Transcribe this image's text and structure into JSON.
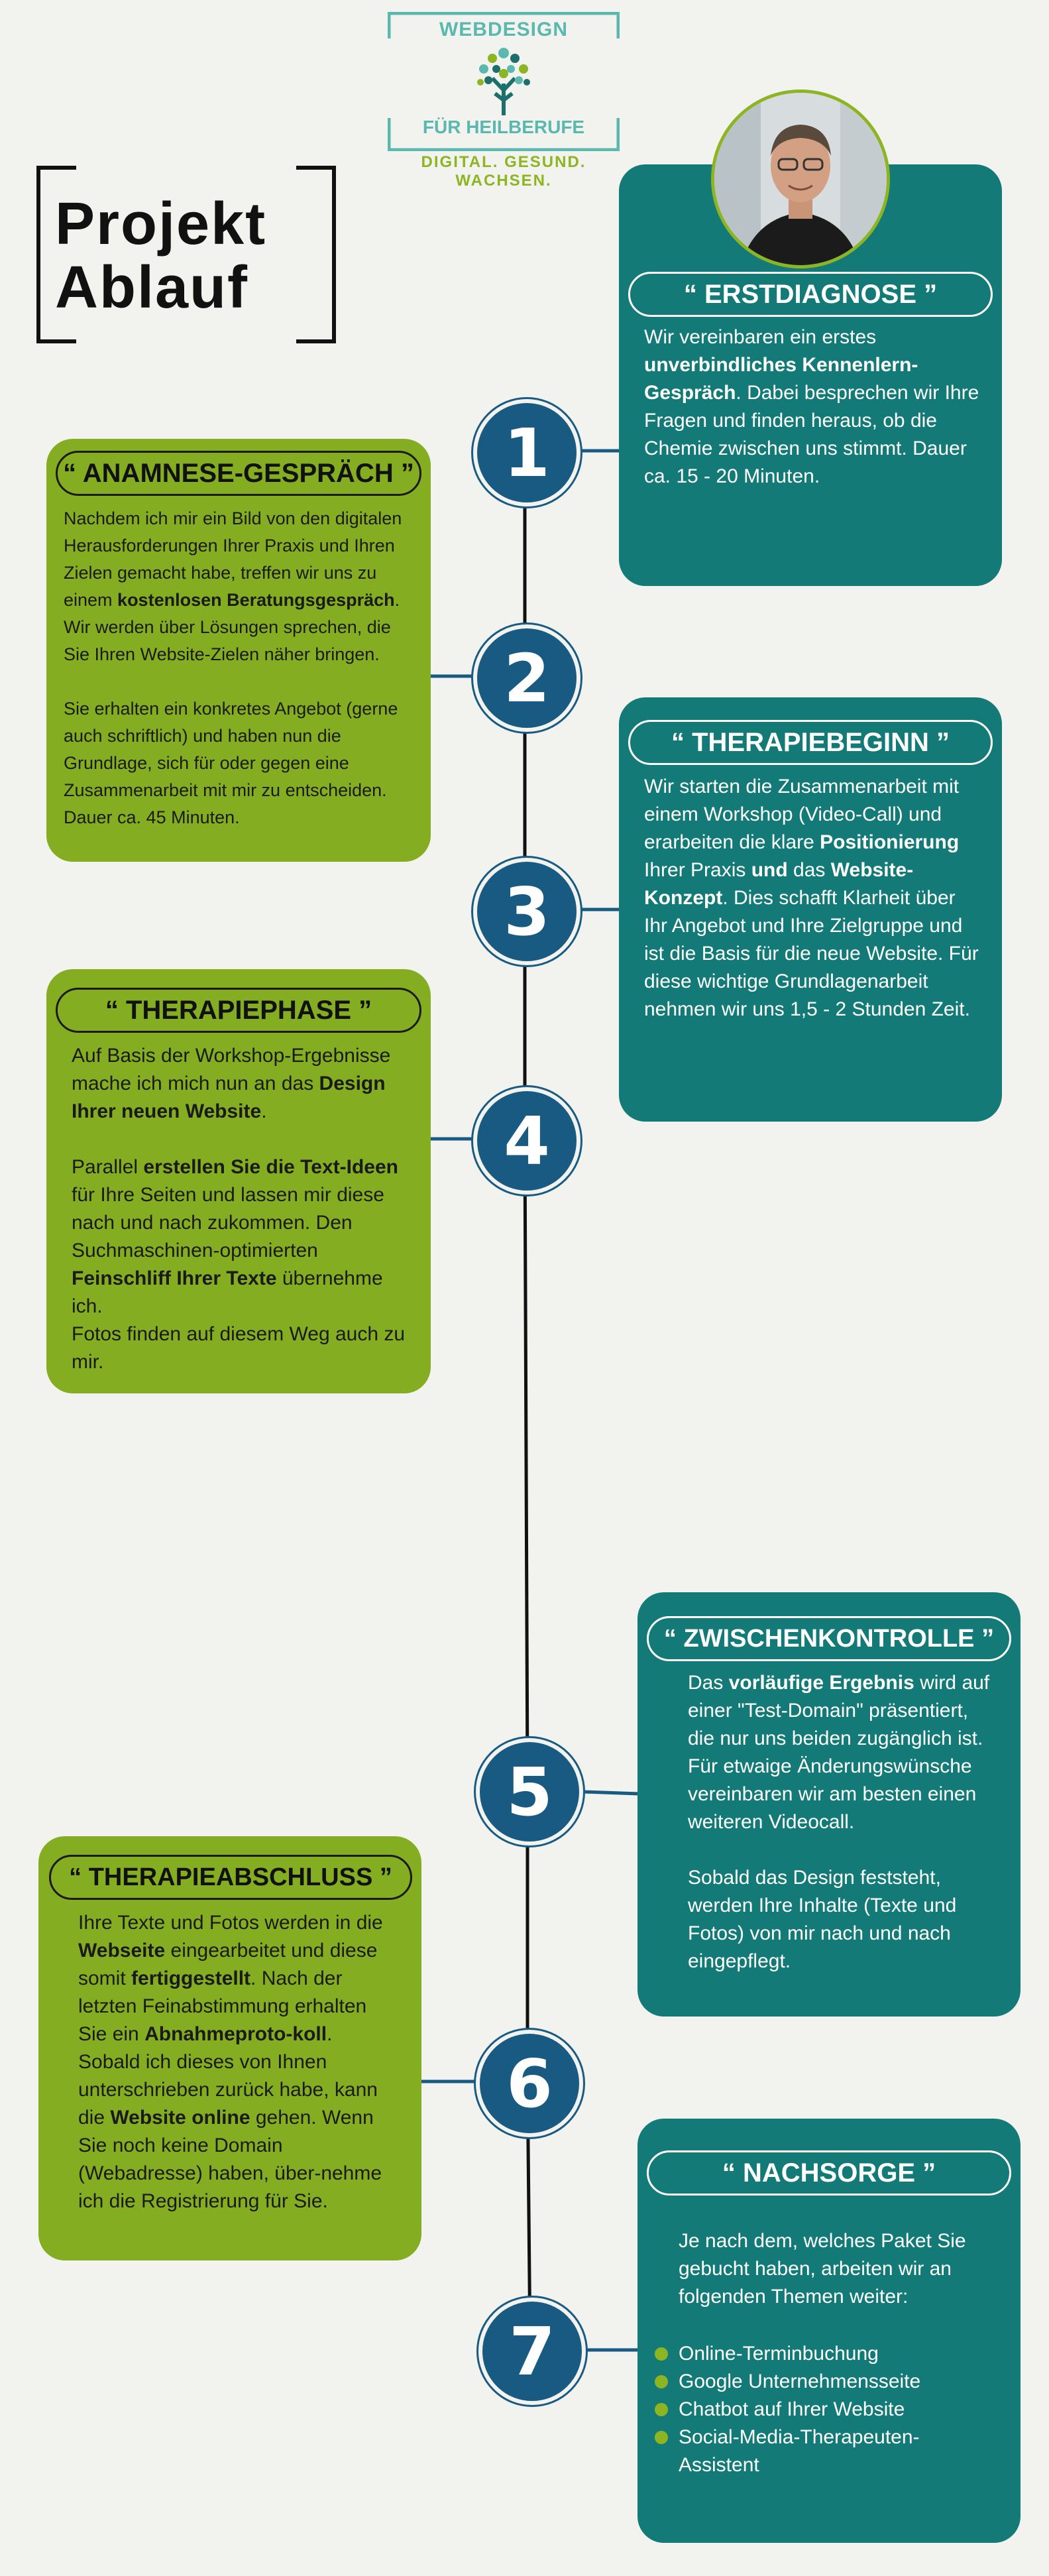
{
  "logo": {
    "top": "WEBDESIGN",
    "middle": "FÜR HEILBERUFE",
    "tagline": "DIGITAL. GESUND. WACHSEN."
  },
  "title": {
    "line1": "Projekt",
    "line2": "Ablauf"
  },
  "steps": [
    "1",
    "2",
    "3",
    "4",
    "5",
    "6",
    "7"
  ],
  "colors": {
    "teal": "#137a77",
    "green": "#84ad22",
    "circle": "#185a82",
    "accent": "#8db522"
  },
  "cards": {
    "erstdiagnose": {
      "heading": "“ ERSTDIAGNOSE ”",
      "p1_a": "Wir vereinbaren ein erstes ",
      "p1_b": "unverbindliches Kennenlern-Gespräch",
      "p1_c": ". Dabei besprechen wir Ihre Fragen und finden heraus, ob die Chemie zwischen uns stimmt. Dauer ca. 15 - 20 Minuten."
    },
    "anamnese": {
      "heading": "“ ANAMNESE-GESPRÄCH ”",
      "p1_a": "Nachdem ich mir ein Bild von den digitalen Herausforderungen Ihrer Praxis und Ihren Zielen gemacht habe, treffen wir uns zu einem ",
      "p1_b": "kostenlosen Beratungsgespräch",
      "p1_c": ". Wir werden über Lösungen sprechen, die Sie Ihren Website-Zielen näher bringen.",
      "p2": "Sie erhalten ein konkretes Angebot (gerne auch schriftlich) und haben nun die Grundlage, sich für oder gegen eine Zusammenarbeit  mit mir zu entscheiden. Dauer ca. 45 Minuten."
    },
    "therapiebeginn": {
      "heading": "“ THERAPIEBEGINN ”",
      "p1_a": "Wir starten die Zusammenarbeit mit einem Workshop (Video-Call) und erarbeiten die klare ",
      "p1_b": "Positionierung",
      "p1_c": " Ihrer Praxis ",
      "p1_d": "und",
      "p1_e": " das ",
      "p1_f": "Website-Konzept",
      "p1_g": ". Dies schafft Klarheit über Ihr Angebot und Ihre Zielgruppe und ist die Basis für die neue Website. Für diese wichtige Grundlagenarbeit nehmen wir uns 1,5 - 2 Stunden Zeit."
    },
    "therapiephase": {
      "heading": "“ THERAPIEPHASE ”",
      "p1_a": "Auf Basis der Workshop-Ergebnisse mache ich mich nun an das ",
      "p1_b": "Design Ihrer neuen Website",
      "p1_c": ".",
      "p2_a": "Parallel ",
      "p2_b": "erstellen Sie die Text-Ideen",
      "p2_c": " für Ihre Seiten und lassen mir diese nach und nach zukommen. Den Suchmaschinen-optimierten ",
      "p2_d": "Feinschliff Ihrer Texte",
      "p2_e": " übernehme ich.",
      "p2_f": "Fotos finden auf diesem Weg auch zu mir."
    },
    "zwischenkontrolle": {
      "heading": "“ ZWISCHENKONTROLLE ”",
      "p1_a": "Das ",
      "p1_b": "vorläufige Ergebnis",
      "p1_c": " wird auf einer \"Test-Domain\" präsentiert, die nur uns beiden zugänglich ist. Für etwaige Änderungswünsche vereinbaren wir am besten einen weiteren Videocall.",
      "p2": "Sobald das Design feststeht, werden Ihre Inhalte (Texte und Fotos) von mir nach und nach eingepflegt."
    },
    "therapieabschluss": {
      "heading": "“ THERAPIEABSCHLUSS ”",
      "p1_a": "Ihre Texte und Fotos werden in die ",
      "p1_b": "Webseite",
      "p1_c": " eingearbeitet und diese somit ",
      "p1_d": "fertiggestellt",
      "p1_e": ". Nach der letzten Feinabstimmung erhalten Sie ein ",
      "p1_f": "Abnahmeproto-koll",
      "p1_g": ". Sobald ich dieses von Ihnen unterschrieben zurück habe, kann die ",
      "p1_h": "Website online",
      "p1_i": " gehen. Wenn Sie noch keine Domain (Webadresse) haben, über-nehme ich die Registrierung für Sie."
    },
    "nachsorge": {
      "heading": "“ NACHSORGE ”",
      "p1": "Je nach dem, welches Paket Sie gebucht haben, arbeiten wir an folgenden Themen weiter:",
      "items": [
        "Online-Terminbuchung",
        "Google Unternehmensseite",
        "Chatbot auf Ihrer Website",
        "Social-Media-Therapeuten-Assistent"
      ]
    }
  }
}
